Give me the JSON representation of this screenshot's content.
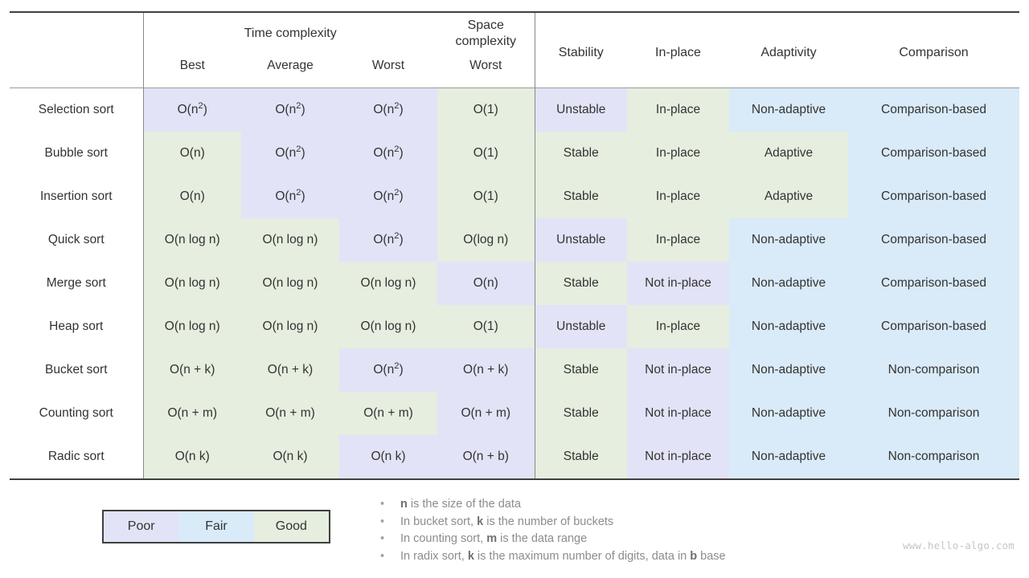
{
  "table": {
    "group_headers": [
      {
        "label": "",
        "span": 1
      },
      {
        "label": "Time complexity",
        "span": 3
      },
      {
        "label": "Space complexity",
        "span": 1
      },
      {
        "label": "Stability",
        "span": 1,
        "rowspan": 2
      },
      {
        "label": "In-place",
        "span": 1,
        "rowspan": 2
      },
      {
        "label": "Adaptivity",
        "span": 1,
        "rowspan": 2
      },
      {
        "label": "Comparison",
        "span": 1,
        "rowspan": 2
      }
    ],
    "group_time": "Time complexity",
    "group_space": "Space complexity",
    "col_stability": "Stability",
    "col_inplace": "In-place",
    "col_adaptivity": "Adaptivity",
    "col_comparison": "Comparison",
    "sub_headers": [
      "Best",
      "Average",
      "Worst",
      "Worst"
    ],
    "rows": [
      {
        "name": "Selection sort",
        "best": "O(n2)",
        "best_sup": "2",
        "best_base": "O(n",
        "best_tail": ")",
        "best_rating": "poor",
        "average": "O(n2)",
        "avg_rating": "poor",
        "worst": "O(n2)",
        "worst_rating": "poor",
        "space": "O(1)",
        "space_rating": "good",
        "stability": "Unstable",
        "stability_rating": "poor",
        "inplace": "In-place",
        "inplace_rating": "good",
        "adaptivity": "Non-adaptive",
        "adaptivity_rating": "fair",
        "comparison": "Comparison-based",
        "comparison_rating": "fair"
      },
      {
        "name": "Bubble sort",
        "best": "O(n)",
        "best_rating": "good",
        "average": "O(n2)",
        "avg_rating": "poor",
        "worst": "O(n2)",
        "worst_rating": "poor",
        "space": "O(1)",
        "space_rating": "good",
        "stability": "Stable",
        "stability_rating": "good",
        "inplace": "In-place",
        "inplace_rating": "good",
        "adaptivity": "Adaptive",
        "adaptivity_rating": "good",
        "comparison": "Comparison-based",
        "comparison_rating": "fair"
      },
      {
        "name": "Insertion sort",
        "best": "O(n)",
        "best_rating": "good",
        "average": "O(n2)",
        "avg_rating": "poor",
        "worst": "O(n2)",
        "worst_rating": "poor",
        "space": "O(1)",
        "space_rating": "good",
        "stability": "Stable",
        "stability_rating": "good",
        "inplace": "In-place",
        "inplace_rating": "good",
        "adaptivity": "Adaptive",
        "adaptivity_rating": "good",
        "comparison": "Comparison-based",
        "comparison_rating": "fair"
      },
      {
        "name": "Quick sort",
        "best": "O(n log n)",
        "best_rating": "good",
        "average": "O(n log n)",
        "avg_rating": "good",
        "worst": "O(n2)",
        "worst_rating": "poor",
        "space": "O(log n)",
        "space_rating": "good",
        "stability": "Unstable",
        "stability_rating": "poor",
        "inplace": "In-place",
        "inplace_rating": "good",
        "adaptivity": "Non-adaptive",
        "adaptivity_rating": "fair",
        "comparison": "Comparison-based",
        "comparison_rating": "fair"
      },
      {
        "name": "Merge sort",
        "best": "O(n log n)",
        "best_rating": "good",
        "average": "O(n log n)",
        "avg_rating": "good",
        "worst": "O(n log n)",
        "worst_rating": "good",
        "space": "O(n)",
        "space_rating": "poor",
        "stability": "Stable",
        "stability_rating": "good",
        "inplace": "Not in-place",
        "inplace_rating": "poor",
        "adaptivity": "Non-adaptive",
        "adaptivity_rating": "fair",
        "comparison": "Comparison-based",
        "comparison_rating": "fair"
      },
      {
        "name": "Heap sort",
        "best": "O(n log n)",
        "best_rating": "good",
        "average": "O(n log n)",
        "avg_rating": "good",
        "worst": "O(n log n)",
        "worst_rating": "good",
        "space": "O(1)",
        "space_rating": "good",
        "stability": "Unstable",
        "stability_rating": "poor",
        "inplace": "In-place",
        "inplace_rating": "good",
        "adaptivity": "Non-adaptive",
        "adaptivity_rating": "fair",
        "comparison": "Comparison-based",
        "comparison_rating": "fair"
      },
      {
        "name": "Bucket sort",
        "best": "O(n + k)",
        "best_rating": "good",
        "average": "O(n + k)",
        "avg_rating": "good",
        "worst": "O(n2)",
        "worst_rating": "poor",
        "space": "O(n + k)",
        "space_rating": "poor",
        "stability": "Stable",
        "stability_rating": "good",
        "inplace": "Not in-place",
        "inplace_rating": "poor",
        "adaptivity": "Non-adaptive",
        "adaptivity_rating": "fair",
        "comparison": "Non-comparison",
        "comparison_rating": "fair"
      },
      {
        "name": "Counting sort",
        "best": "O(n + m)",
        "best_rating": "good",
        "average": "O(n + m)",
        "avg_rating": "good",
        "worst": "O(n + m)",
        "worst_rating": "good",
        "space": "O(n + m)",
        "space_rating": "poor",
        "stability": "Stable",
        "stability_rating": "good",
        "inplace": "Not in-place",
        "inplace_rating": "poor",
        "adaptivity": "Non-adaptive",
        "adaptivity_rating": "fair",
        "comparison": "Non-comparison",
        "comparison_rating": "fair"
      },
      {
        "name": "Radic sort",
        "best": "O(n k)",
        "best_rating": "good",
        "average": "O(n k)",
        "avg_rating": "good",
        "worst": "O(n k)",
        "worst_rating": "poor",
        "space": "O(n + b)",
        "space_rating": "poor",
        "stability": "Stable",
        "stability_rating": "good",
        "inplace": "Not in-place",
        "inplace_rating": "poor",
        "adaptivity": "Non-adaptive",
        "adaptivity_rating": "fair",
        "comparison": "Non-comparison",
        "comparison_rating": "fair"
      }
    ]
  },
  "legend": {
    "items": [
      {
        "label": "Poor",
        "rating": "poor"
      },
      {
        "label": "Fair",
        "rating": "fair"
      },
      {
        "label": "Good",
        "rating": "good"
      }
    ]
  },
  "notes": {
    "bullet": "•",
    "items": [
      [
        {
          "t": "n",
          "b": true
        },
        {
          "t": " is the size of the data",
          "b": false
        }
      ],
      [
        {
          "t": "In bucket sort, ",
          "b": false
        },
        {
          "t": "k",
          "b": true
        },
        {
          "t": " is the number of buckets",
          "b": false
        }
      ],
      [
        {
          "t": "In counting sort, ",
          "b": false
        },
        {
          "t": "m",
          "b": true
        },
        {
          "t": " is the data range",
          "b": false
        }
      ],
      [
        {
          "t": "In radix sort, ",
          "b": false
        },
        {
          "t": "k",
          "b": true
        },
        {
          "t": " is the maximum number of digits, data in ",
          "b": false
        },
        {
          "t": "b",
          "b": true
        },
        {
          "t": " base",
          "b": false
        }
      ]
    ]
  },
  "watermark": "www.hello-algo.com",
  "colors": {
    "poor": "#e2e3f6",
    "fair": "#d9eaf8",
    "good": "#e5eedf",
    "rule_strong": "#404040",
    "rule_thin": "#9a9a9a",
    "text": "#333333",
    "note_text": "#8c8c8c",
    "watermark": "#c6c6c6"
  }
}
